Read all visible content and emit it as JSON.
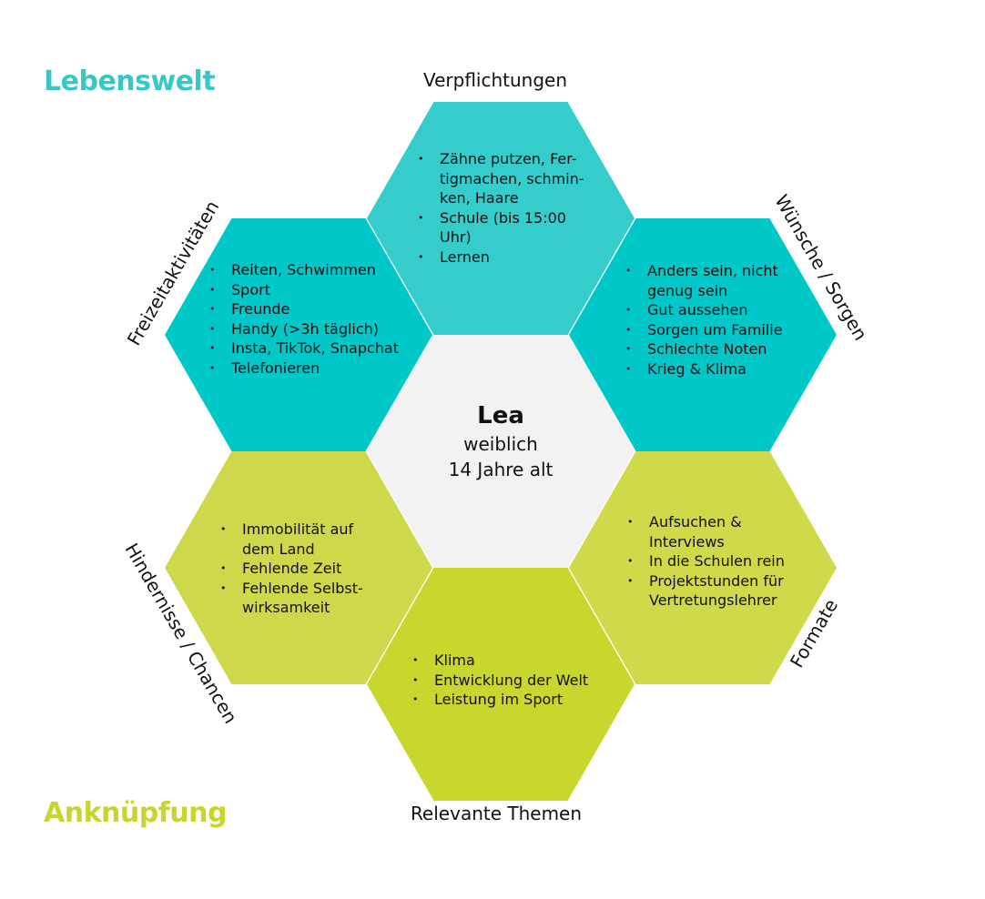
{
  "corners": {
    "top_label": "Lebenswelt",
    "top_color": "#35c8c9",
    "bottom_label": "Anknüpfung",
    "bottom_color": "#c9d52e"
  },
  "center": {
    "name": "Lea",
    "line1": "weiblich",
    "line2": "14 Jahre alt"
  },
  "segments": [
    {
      "id": "verpflichtungen",
      "label": "Verpflichtungen",
      "color": "#35cccc",
      "items": [
        "Zähne putzen, Fer-\ntigmachen, schmin-\nken, Haare",
        "Schule (bis 15:00\nUhr)",
        "Lernen"
      ]
    },
    {
      "id": "wuensche",
      "label": "Wünsche / Sorgen",
      "color": "#00c8c8",
      "items": [
        "Anders sein, nicht\ngenug sein",
        "Gut aussehen",
        "Sorgen um Familie",
        "Schlechte Noten",
        "Krieg & Klima"
      ]
    },
    {
      "id": "formate",
      "label": "Formate",
      "color": "#d0d94a",
      "items": [
        "Aufsuchen &\nInterviews",
        "In die Schulen rein",
        "Projektstunden für\nVertretungslehrer"
      ]
    },
    {
      "id": "themen",
      "label": "Relevante Themen",
      "color": "#c8d62e",
      "items": [
        "Klima",
        "Entwicklung der Welt",
        "Leistung im Sport"
      ]
    },
    {
      "id": "hindernisse",
      "label": "Hindernisse / Chancen",
      "color": "#cfd84a",
      "items": [
        "Immobilität auf\ndem Land",
        "Fehlende Zeit",
        "Fehlende Selbst-\nwirksamkeit"
      ]
    },
    {
      "id": "freizeit",
      "label": "Freizeitaktivitäten",
      "color": "#00c8c8",
      "items": [
        "Reiten, Schwimmen",
        "Sport",
        "Freunde",
        "Handy (>3h täglich)",
        "Insta, TikTok, Snapchat",
        "Telefonieren"
      ]
    }
  ],
  "center_color": "#f2f2f2"
}
